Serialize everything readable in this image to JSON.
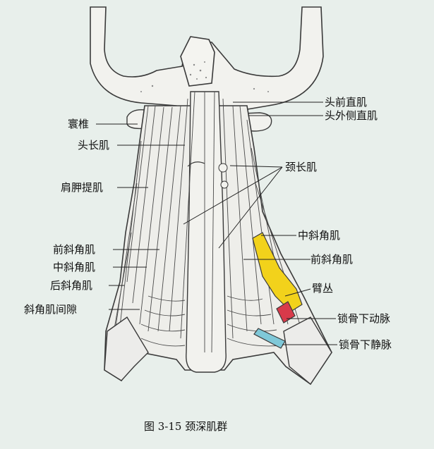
{
  "colors": {
    "background": "#e8efeb",
    "outline": "#3a3a3a",
    "bone": "#f2f2ee",
    "muscle": "#eeeeea",
    "brachial_plexus": "#f2d21b",
    "subclavian_artery": "#d83a4a",
    "subclavian_vein": "#7fc8d8"
  },
  "labels": {
    "rectus_capitis_anterior": "头前直肌",
    "rectus_capitis_lateralis": "头外侧直肌",
    "atlas": "寰椎",
    "longus_capitis": "头长肌",
    "longus_colli": "颈长肌",
    "levator_scapulae": "肩胛提肌",
    "scalenus_medius_right": "中斜角肌",
    "scalenus_anterior_left": "前斜角肌",
    "scalenus_anterior_right": "前斜角肌",
    "scalenus_medius_left": "中斜角肌",
    "scalenus_posterior": "后斜角肌",
    "brachial_plexus": "臂丛",
    "scalene_gap": "斜角肌间隙",
    "subclavian_artery": "锁骨下动脉",
    "subclavian_vein": "锁骨下静脉"
  },
  "caption": "图 3-15  颈深肌群"
}
